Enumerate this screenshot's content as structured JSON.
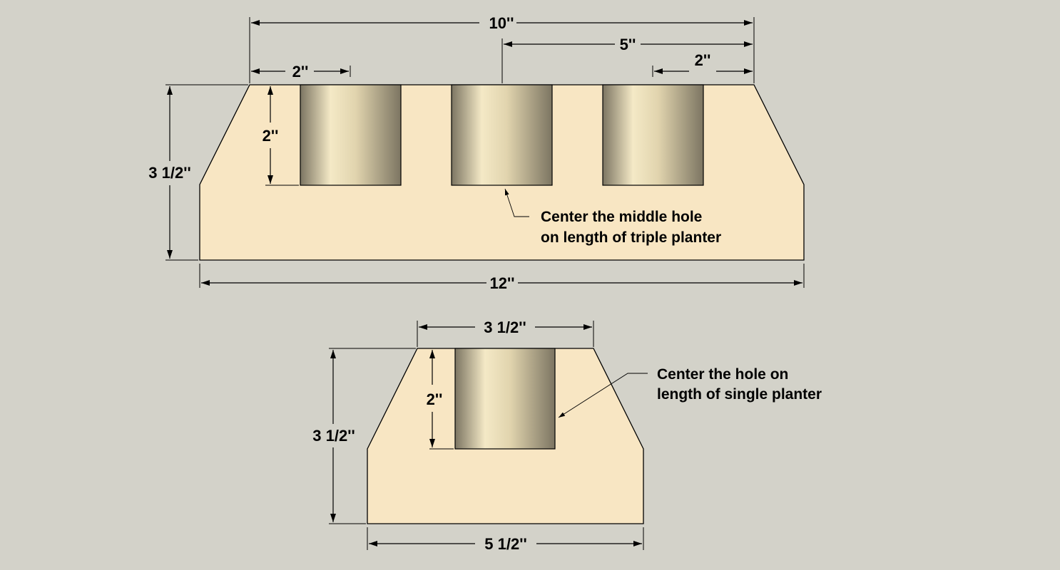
{
  "colors": {
    "background": "#d3d2c9",
    "wood": "#f8e6c3",
    "hole_light": "#f4e9c6",
    "hole_dark": "#7c7562",
    "line": "#000000"
  },
  "triple_planter": {
    "overall_width": "10''",
    "middle_to_end": "5''",
    "right_edge_to_hole": "2''",
    "left_edge_to_hole": "2''",
    "hole_depth": "2''",
    "height": "3 1/2''",
    "bottom_length": "12''",
    "note_line1": "Center the middle hole",
    "note_line2": "on length of triple planter"
  },
  "single_planter": {
    "hole_width": "3 1/2''",
    "hole_depth": "2''",
    "height": "3 1/2''",
    "bottom_length": "5 1/2''",
    "note_line1": "Center the hole on",
    "note_line2": "length of single planter"
  }
}
